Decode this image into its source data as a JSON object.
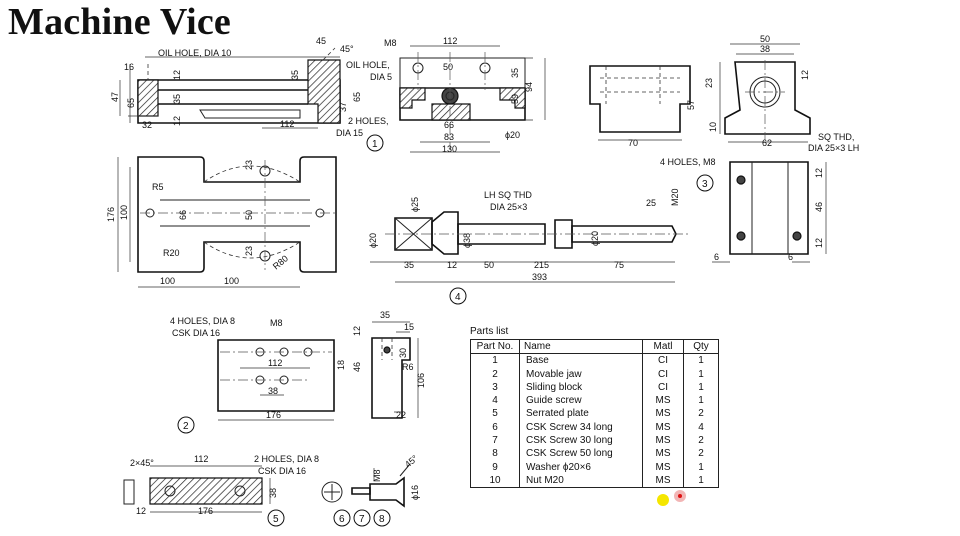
{
  "title": "Machine Vice",
  "view1": {
    "labels": {
      "oil_hole_dia10": "OIL HOLE, DIA 10",
      "oil_hole_dia5_a": "OIL HOLE,",
      "oil_hole_dia5_b": "DIA 5",
      "m8": "M8",
      "two_holes_a": "2 HOLES,",
      "two_holes_b": "DIA 15",
      "phi20": "ϕ20"
    },
    "dims": [
      "16",
      "12",
      "35",
      "45",
      "45°",
      "47",
      "65",
      "35",
      "12",
      "32",
      "112",
      "37",
      "65",
      "112",
      "50",
      "35",
      "59",
      "94",
      "66",
      "83",
      "130"
    ],
    "callout": "1"
  },
  "view3": {
    "labels": {
      "sq_thd_a": "SQ THD,",
      "sq_thd_b": "DIA 25×3 LH",
      "four_holes": "4 HOLES, M8"
    },
    "dims": [
      "50",
      "38",
      "23",
      "57",
      "12",
      "10",
      "70",
      "62",
      "12",
      "46",
      "12",
      "6",
      "6"
    ],
    "callout": "3"
  },
  "base_plan": {
    "dims": [
      "176",
      "100",
      "66",
      "50",
      "R5",
      "R20",
      "R80",
      "23",
      "23",
      "100",
      "100"
    ]
  },
  "screw": {
    "labels": {
      "lh_sq_a": "LH SQ THD",
      "lh_sq_b": "DIA 25×3"
    },
    "dims": [
      "ϕ25",
      "ϕ20",
      "ϕ38",
      "ϕ20",
      "25",
      "M20",
      "35",
      "12",
      "50",
      "215",
      "75",
      "393"
    ],
    "callout": "4"
  },
  "jaw": {
    "labels": {
      "four_holes_a": "4 HOLES, DIA 8",
      "four_holes_b": "CSK DIA 16",
      "m8": "M8"
    },
    "dims": [
      "112",
      "38",
      "176",
      "18",
      "35",
      "15",
      "12",
      "46",
      "30",
      "R6",
      "106",
      "22"
    ],
    "callout": "2"
  },
  "plate": {
    "labels": {
      "two_holes_a": "2 HOLES, DIA 8",
      "two_holes_b": "CSK DIA 16",
      "chamfer": "2×45°"
    },
    "dims": [
      "112",
      "38",
      "12",
      "176"
    ],
    "callout": "5"
  },
  "screws_small": {
    "labels": {
      "m8": "M8",
      "phi16": "ϕ16",
      "angle": "45°"
    },
    "callouts": [
      "6",
      "7",
      "8"
    ]
  },
  "parts_list": {
    "title": "Parts list",
    "headers": [
      "Part No.",
      "Name",
      "Matl",
      "Qty"
    ],
    "rows": [
      [
        "1",
        "Base",
        "CI",
        "1"
      ],
      [
        "2",
        "Movable jaw",
        "CI",
        "1"
      ],
      [
        "3",
        "Sliding block",
        "CI",
        "1"
      ],
      [
        "4",
        "Guide screw",
        "MS",
        "1"
      ],
      [
        "5",
        "Serrated plate",
        "MS",
        "2"
      ],
      [
        "6",
        "CSK Screw 34 long",
        "MS",
        "4"
      ],
      [
        "7",
        "CSK Screw 30 long",
        "MS",
        "2"
      ],
      [
        "8",
        "CSK Screw 50 long",
        "MS",
        "2"
      ],
      [
        "9",
        "Washer ϕ20×6",
        "MS",
        "1"
      ],
      [
        "10",
        "Nut M20",
        "MS",
        "1"
      ]
    ]
  }
}
